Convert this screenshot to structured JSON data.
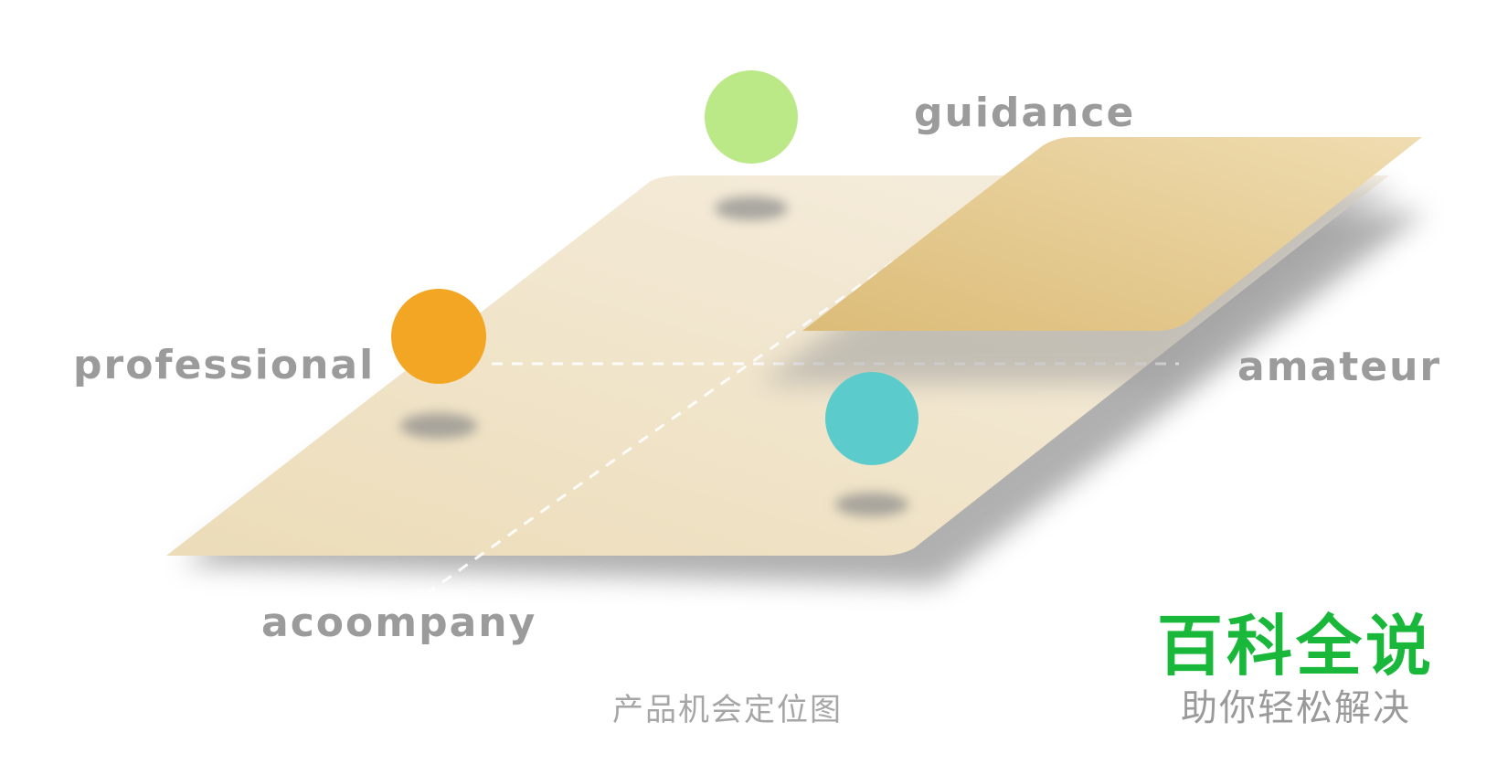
{
  "diagram": {
    "axis_labels": {
      "top": "guidance",
      "left": "professional",
      "right": "amateur",
      "bottom": "acoompany"
    },
    "caption": "产品机会定位图",
    "markers": [
      {
        "name": "green-marker",
        "color": "#bce987"
      },
      {
        "name": "orange-marker",
        "color": "#f3a623"
      },
      {
        "name": "teal-marker",
        "color": "#5bcccb"
      }
    ],
    "colors": {
      "plane": "#efe2c6",
      "raised_panel": "#e4c88a",
      "axis_line": "#ffffff",
      "label_text": "#9b9b9b"
    }
  },
  "watermark": {
    "brand": "百科全说",
    "slogan": "助你轻松解决",
    "brand_color": "#19b83a"
  }
}
